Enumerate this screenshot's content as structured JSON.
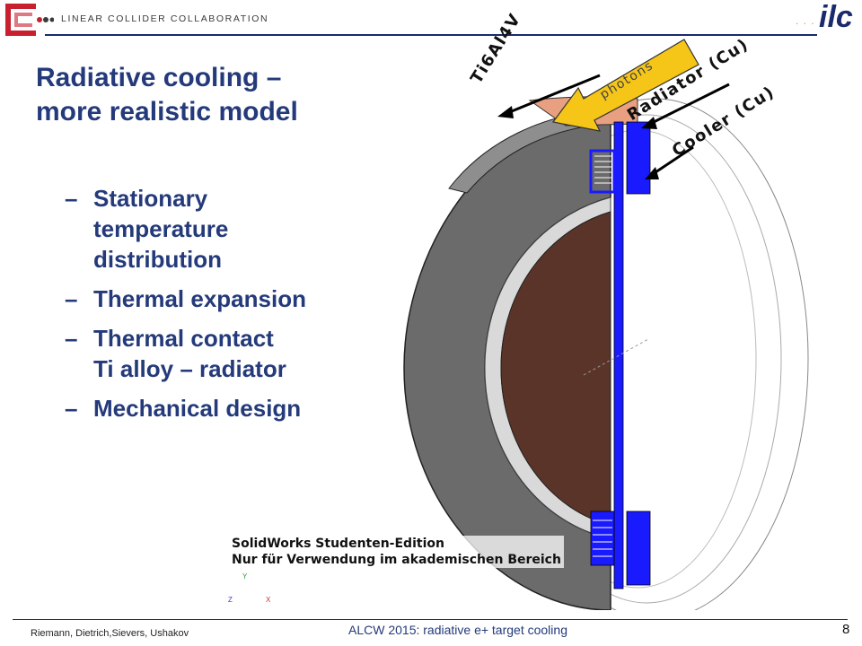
{
  "header": {
    "organization": "LINEAR COLLIDER COLLABORATION",
    "dots": ". . . .",
    "ilc_logo": "ilc"
  },
  "slide": {
    "title_lines": [
      "Radiative  cooling –",
      "more realistic model"
    ],
    "bullets": [
      {
        "lines": [
          "Stationary",
          "temperature",
          "distribution"
        ]
      },
      {
        "lines": [
          "Thermal expansion"
        ]
      },
      {
        "lines": [
          "Thermal contact",
          "Ti alloy – radiator"
        ]
      },
      {
        "lines": [
          "Mechanical design"
        ]
      }
    ]
  },
  "diagram": {
    "labels": {
      "ti": "Ti6Al4V",
      "photons": "photons",
      "radiator": "Radiator (Cu)",
      "cooler": "Cooler (Cu)"
    },
    "watermark_lines": [
      "SolidWorks Studenten-Edition",
      "Nur für Verwendung im akademischen Bereich"
    ],
    "axes": {
      "x": "X",
      "y": "Y",
      "z": "Z"
    },
    "colors": {
      "ring": "#6b6b6b",
      "disk": "#5a3428",
      "radiator": "#1a1aff",
      "arrow": "#f5c518",
      "ti_face": "#e8a080"
    }
  },
  "footer": {
    "authors": "Riemann, Dietrich,Sievers, Ushakov",
    "center": "ALCW 2015:  radiative e+ target cooling",
    "page": "8"
  }
}
